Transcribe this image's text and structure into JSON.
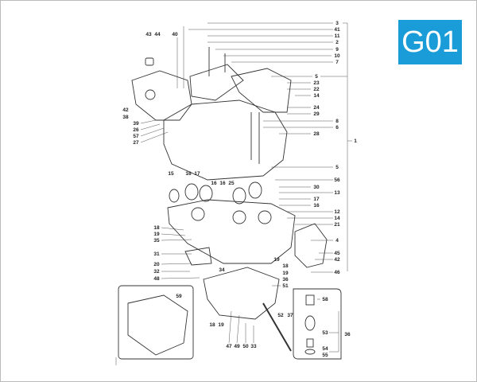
{
  "badge": {
    "label": "G01",
    "color": "#1a9cd8"
  },
  "callouts": [
    "3",
    "41",
    "11",
    "2",
    "9",
    "10",
    "7",
    "8",
    "6",
    "5",
    "23",
    "22",
    "14",
    "24",
    "29",
    "28",
    "1",
    "5",
    "56",
    "30",
    "13",
    "17",
    "16",
    "12",
    "14",
    "21",
    "4",
    "45",
    "42",
    "46",
    "43",
    "44",
    "40",
    "42",
    "38",
    "39",
    "26",
    "57",
    "27",
    "15",
    "16",
    "17",
    "16",
    "16",
    "25",
    "18",
    "19",
    "35",
    "31",
    "20",
    "32",
    "48",
    "19",
    "18",
    "19",
    "36",
    "51",
    "34",
    "52",
    "37",
    "18",
    "19",
    "47",
    "49",
    "50",
    "33",
    "58",
    "53",
    "36",
    "54",
    "55",
    "59"
  ]
}
